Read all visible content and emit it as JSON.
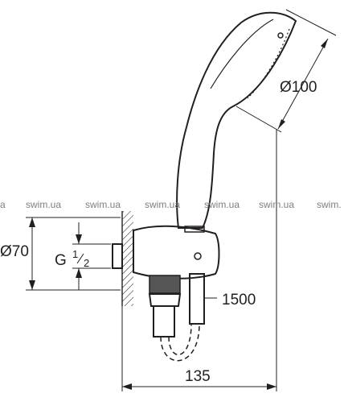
{
  "dimensions": {
    "head_diameter": "Ø100",
    "flange_diameter": "Ø70",
    "thread_prefix": "G",
    "thread_num": "1",
    "thread_den": "2",
    "hose_length": "1500",
    "projection": "135"
  },
  "watermarks": [
    "a",
    "swim.ua",
    "swim.ua",
    "swim.ua",
    "swim.ua",
    "swim.ua",
    "swim."
  ]
}
